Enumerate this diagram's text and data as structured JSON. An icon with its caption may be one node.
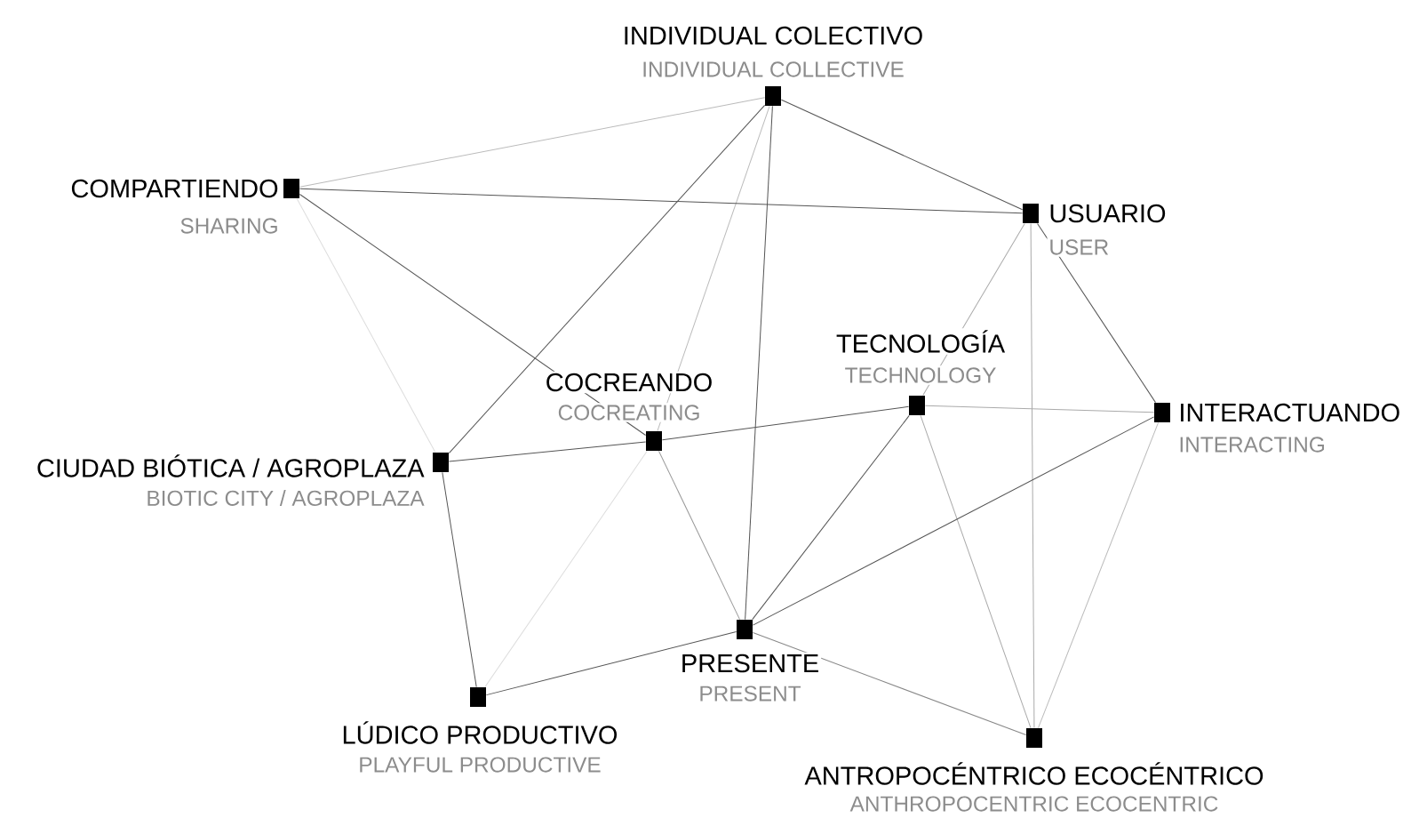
{
  "diagram": {
    "nodes": [
      {
        "text": [
          "INDIVIDUAL COLECTIVO",
          "INDIVIDUAL COLLECTIVE"
        ]
      },
      {
        "text": [
          "COMPARTIENDO",
          "SHARING"
        ]
      },
      {
        "text": [
          "USUARIO",
          "USER"
        ]
      },
      {
        "text": [
          "TECNOLOGÍA",
          "TECHNOLOGY"
        ]
      },
      {
        "text": [
          "COCREANDO",
          "COCREATING"
        ]
      },
      {
        "text": [
          "INTERACTUANDO",
          "INTERACTING"
        ]
      },
      {
        "text": [
          "CIUDAD BIÓTICA / AGROPLAZA",
          "BIOTIC CITY / AGROPLAZA"
        ]
      },
      {
        "text": [
          "PRESENTE",
          "PRESENT"
        ]
      },
      {
        "text": [
          "LÚDICO PRODUCTIVO",
          "PLAYFUL PRODUCTIVE"
        ]
      },
      {
        "text": [
          "ANTROPOCÉNTRICO ECOCÉNTRICO",
          "ANTHROPOCENTRIC ECOCENTRIC"
        ]
      }
    ],
    "edges": [
      {
        "from": 0,
        "to": 1,
        "arrow": "none",
        "color": "#bbbbbb"
      },
      {
        "from": 0,
        "to": 2,
        "arrow": "none"
      },
      {
        "from": 0,
        "to": 6,
        "arrow": "none"
      },
      {
        "from": 0,
        "to": 4,
        "arrow": "none",
        "color": "#bbbbbb"
      },
      {
        "from": 0,
        "to": 7,
        "arrow": "none"
      },
      {
        "from": 1,
        "to": 2,
        "arrow": "none"
      },
      {
        "from": 1,
        "to": 4,
        "arrow": "none"
      },
      {
        "from": 1,
        "to": 6,
        "arrow": "none",
        "color": "#dddddd"
      },
      {
        "from": 2,
        "to": 3,
        "arrow": "none",
        "color": "#aaaaaa"
      },
      {
        "from": 2,
        "to": 5,
        "arrow": "none"
      },
      {
        "from": 2,
        "to": 9,
        "arrow": "none",
        "color": "#aaaaaa"
      },
      {
        "from": 3,
        "to": 4,
        "arrow": "none"
      },
      {
        "from": 3,
        "to": 5,
        "arrow": "none",
        "color": "#aaaaaa"
      },
      {
        "from": 3,
        "to": 7,
        "arrow": "none"
      },
      {
        "from": 3,
        "to": 9,
        "arrow": "none",
        "color": "#aaaaaa"
      },
      {
        "from": 4,
        "to": 6,
        "arrow": "none"
      },
      {
        "from": 4,
        "to": 7,
        "arrow": "none",
        "color": "#999999"
      },
      {
        "from": 4,
        "to": 8,
        "arrow": "none",
        "color": "#dddddd"
      },
      {
        "from": 5,
        "to": 7,
        "arrow": "none"
      },
      {
        "from": 5,
        "to": 9,
        "arrow": "none",
        "color": "#bbbbbb"
      },
      {
        "from": 6,
        "to": 8,
        "arrow": "none"
      },
      {
        "from": 7,
        "to": 8,
        "arrow": "none"
      },
      {
        "from": 7,
        "to": 9,
        "arrow": "none",
        "color": "#888888"
      }
    ]
  }
}
